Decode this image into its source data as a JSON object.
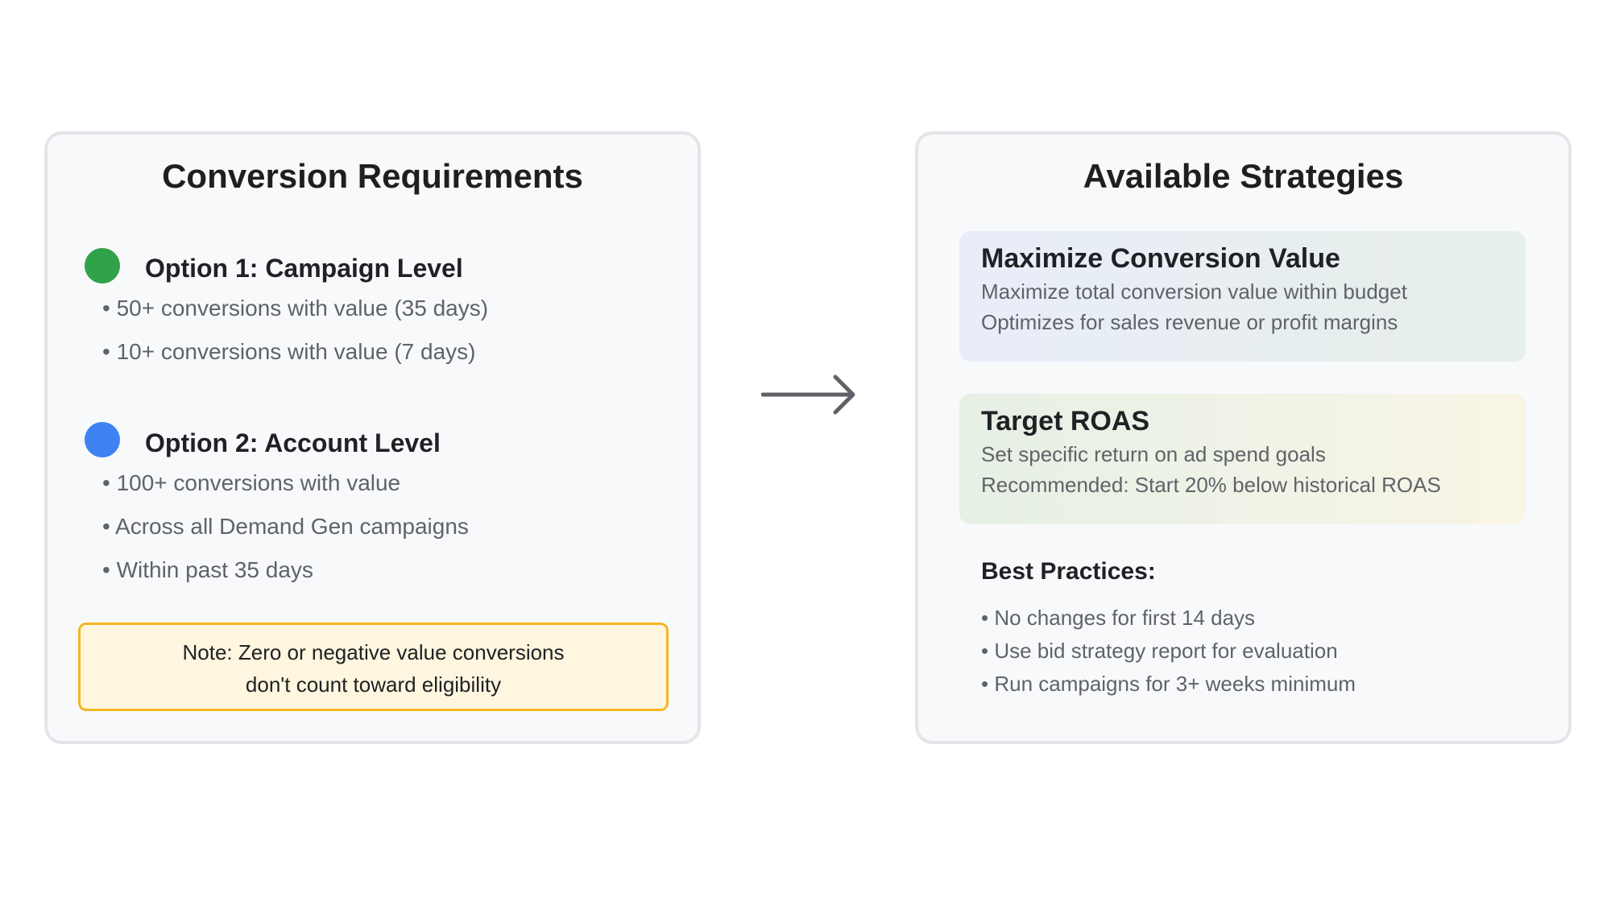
{
  "left": {
    "title": "Conversion Requirements",
    "options": [
      {
        "title": "Option 1: Campaign Level",
        "bullets": [
          "• 50+ conversions with value (35 days)",
          "• 10+ conversions with value (7 days)"
        ]
      },
      {
        "title": "Option 2: Account Level",
        "bullets": [
          "• 100+ conversions with value",
          "• Across all Demand Gen campaigns",
          "• Within past 35 days"
        ]
      }
    ],
    "note": {
      "line1": "Note: Zero or negative value conversions",
      "line2": "don't count toward eligibility"
    }
  },
  "right": {
    "title": "Available Strategies",
    "strategies": [
      {
        "title": "Maximize Conversion Value",
        "lines": [
          "Maximize total conversion value within budget",
          "Optimizes for sales revenue or profit margins"
        ]
      },
      {
        "title": "Target ROAS",
        "lines": [
          "Set specific return on ad spend goals",
          "Recommended: Start 20% below historical ROAS"
        ]
      }
    ],
    "best_practices": {
      "title": "Best Practices:",
      "items": [
        "• No changes for first 14 days",
        "• Use bid strategy report for evaluation",
        "• Run campaigns for 3+ weeks minimum"
      ]
    }
  },
  "colors": {
    "option1_dot": "#30a24a",
    "option2_dot": "#3d82f0",
    "note_border": "#f5b623",
    "note_background": "#fef6df"
  },
  "icons": {
    "flow_arrow": "right-arrow-icon"
  }
}
